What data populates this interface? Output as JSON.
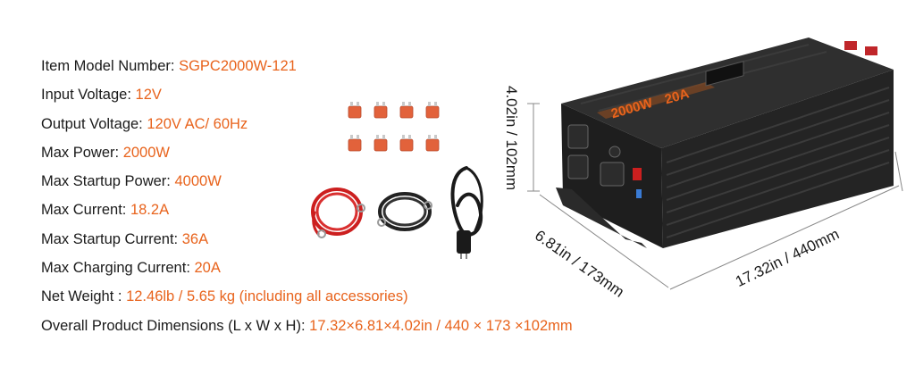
{
  "specs": [
    {
      "label": "Item Model Number:",
      "value": "SGPC2000W-121"
    },
    {
      "label": "Input Voltage:",
      "value": "12V"
    },
    {
      "label": "Output Voltage:",
      "value": "120V AC/ 60Hz"
    },
    {
      "label": "Max Power:",
      "value": "2000W"
    },
    {
      "label": "Max Startup Power:",
      "value": "4000W"
    },
    {
      "label": "Max Current:",
      "value": "18.2A"
    },
    {
      "label": "Max Startup Current:",
      "value": "36A"
    },
    {
      "label": "Max Charging Current:",
      "value": "20A"
    },
    {
      "label": "Net Weight :",
      "value": "12.46lb / 5.65 kg (including all accessories)"
    },
    {
      "label": "Overall Product Dimensions (L x W x H):",
      "value": "17.32×6.81×4.02in / 440 × 173 ×102mm"
    }
  ],
  "dimensions": {
    "height": "4.02in / 102mm",
    "width": "6.81in / 173mm",
    "length": "17.32in / 440mm"
  },
  "panel": {
    "power_label": "2000W",
    "current_label": "20A"
  },
  "colors": {
    "accent": "#e8631c",
    "text": "#1a1a1a",
    "fuse": "#e2623b",
    "inverter_body": "#2b2b2b"
  }
}
